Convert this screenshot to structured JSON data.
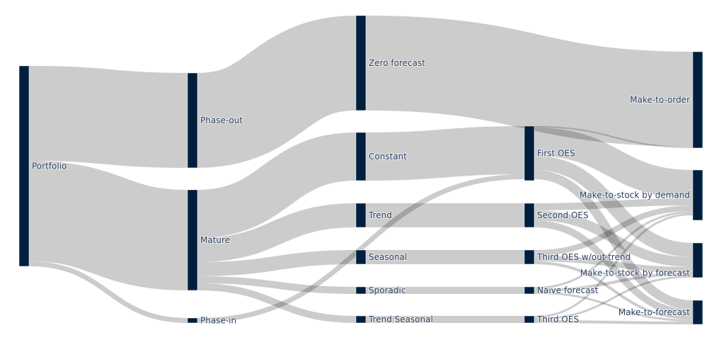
{
  "chart_data": {
    "type": "sankey",
    "link_color": "#000000",
    "node_color": "#001f3f",
    "nodes": [
      {
        "id": "portfolio",
        "label": "Portfolio",
        "column": 0
      },
      {
        "id": "phaseout",
        "label": "Phase-out",
        "column": 1
      },
      {
        "id": "mature",
        "label": "Mature",
        "column": 1
      },
      {
        "id": "phasein",
        "label": "Phase-in",
        "column": 1
      },
      {
        "id": "zero",
        "label": "Zero forecast",
        "column": 2
      },
      {
        "id": "constant",
        "label": "Constant",
        "column": 2
      },
      {
        "id": "trend",
        "label": "Trend",
        "column": 2
      },
      {
        "id": "seasonal",
        "label": "Seasonal",
        "column": 2
      },
      {
        "id": "sporadic",
        "label": "Sporadic",
        "column": 2
      },
      {
        "id": "trendseasonal",
        "label": "Trend Seasonal",
        "column": 2
      },
      {
        "id": "first",
        "label": "First OES",
        "column": 3
      },
      {
        "id": "second",
        "label": "Second OES",
        "column": 3
      },
      {
        "id": "thirdwo",
        "label": "Third OES w/out trend",
        "column": 3
      },
      {
        "id": "naive",
        "label": "Naive forecast",
        "column": 3
      },
      {
        "id": "third",
        "label": "Third OES",
        "column": 3
      },
      {
        "id": "mto",
        "label": "Make-to-order",
        "column": 4
      },
      {
        "id": "mtsd",
        "label": "Make-to-stock by demand",
        "column": 4
      },
      {
        "id": "mtsf",
        "label": "Make-to-stock by forecast",
        "column": 4
      },
      {
        "id": "mtf",
        "label": "Make-to-forecast",
        "column": 4
      }
    ],
    "links": [
      {
        "source": "portfolio",
        "target": "phaseout",
        "value": 134
      },
      {
        "source": "portfolio",
        "target": "mature",
        "value": 142
      },
      {
        "source": "portfolio",
        "target": "phasein",
        "value": 7
      },
      {
        "source": "phaseout",
        "target": "zero",
        "value": 134
      },
      {
        "source": "mature",
        "target": "constant",
        "value": 68
      },
      {
        "source": "mature",
        "target": "trend",
        "value": 34
      },
      {
        "source": "mature",
        "target": "seasonal",
        "value": 20
      },
      {
        "source": "mature",
        "target": "sporadic",
        "value": 10
      },
      {
        "source": "mature",
        "target": "trendseasonal",
        "value": 10
      },
      {
        "source": "phasein",
        "target": "first",
        "value": 7
      },
      {
        "source": "zero",
        "target": "mto",
        "value": 134
      },
      {
        "source": "constant",
        "target": "first",
        "value": 68
      },
      {
        "source": "trend",
        "target": "second",
        "value": 34
      },
      {
        "source": "seasonal",
        "target": "thirdwo",
        "value": 20
      },
      {
        "source": "sporadic",
        "target": "naive",
        "value": 10
      },
      {
        "source": "trendseasonal",
        "target": "third",
        "value": 10
      },
      {
        "source": "first",
        "target": "mto",
        "value": 2
      },
      {
        "source": "first",
        "target": "mtsd",
        "value": 40
      },
      {
        "source": "first",
        "target": "mtsf",
        "value": 20
      },
      {
        "source": "first",
        "target": "mtf",
        "value": 13
      },
      {
        "source": "second",
        "target": "mtsd",
        "value": 10
      },
      {
        "source": "second",
        "target": "mtsf",
        "value": 14
      },
      {
        "source": "second",
        "target": "mtf",
        "value": 10
      },
      {
        "source": "thirdwo",
        "target": "mtsd",
        "value": 8
      },
      {
        "source": "thirdwo",
        "target": "mtsf",
        "value": 8
      },
      {
        "source": "thirdwo",
        "target": "mtf",
        "value": 4
      },
      {
        "source": "naive",
        "target": "mtsd",
        "value": 3
      },
      {
        "source": "naive",
        "target": "mtsf",
        "value": 4
      },
      {
        "source": "naive",
        "target": "mtf",
        "value": 3
      },
      {
        "source": "third",
        "target": "mtsd",
        "value": 3
      },
      {
        "source": "third",
        "target": "mtsf",
        "value": 3
      },
      {
        "source": "third",
        "target": "mtf",
        "value": 4
      }
    ]
  }
}
